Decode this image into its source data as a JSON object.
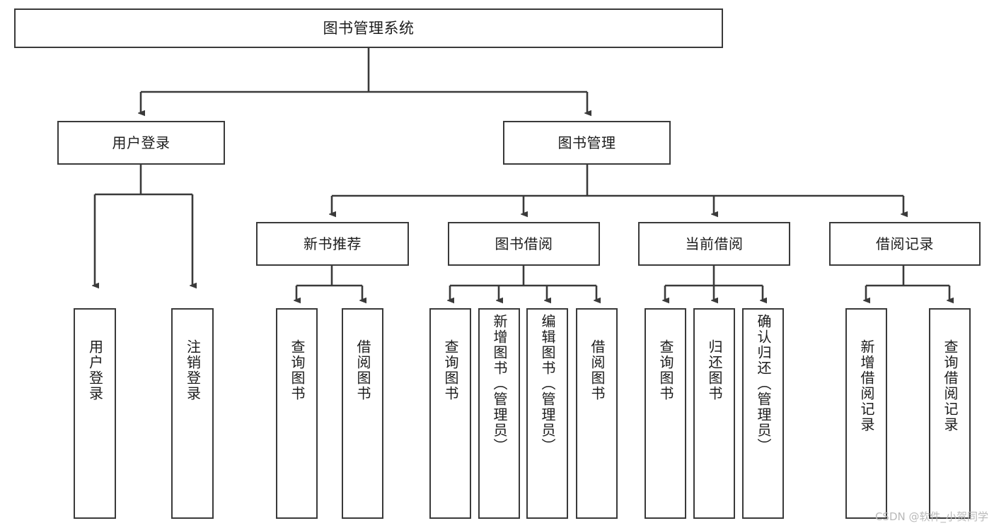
{
  "diagram": {
    "title": "图书管理系统",
    "watermark": "CSDN @软件_小贺同学",
    "line_color": "#3a3a3a",
    "box_fill": "#ffffff",
    "text_color": "#1c1c1c"
  },
  "nodes": {
    "root": {
      "label": "图书管理系统",
      "level": 0
    },
    "l1": [
      {
        "label": "用户登录",
        "level": 1
      },
      {
        "label": "图书管理",
        "level": 1
      }
    ],
    "l2": [
      {
        "label": "新书推荐",
        "level": 2
      },
      {
        "label": "图书借阅",
        "level": 2
      },
      {
        "label": "当前借阅",
        "level": 2
      },
      {
        "label": "借阅记录",
        "level": 2
      }
    ],
    "leaves": {
      "user_login": [
        {
          "label": "用户登录"
        },
        {
          "label": "注销登录"
        }
      ],
      "new_book_recommend": [
        {
          "label": "查询图书"
        },
        {
          "label": "借阅图书"
        }
      ],
      "book_borrow": [
        {
          "label": "查询图书"
        },
        {
          "label": "新增图书（管理员）"
        },
        {
          "label": "编辑图书（管理员）"
        },
        {
          "label": "借阅图书"
        }
      ],
      "current_borrow": [
        {
          "label": "查询图书"
        },
        {
          "label": "归还图书"
        },
        {
          "label": "确认归还（管理员）"
        }
      ],
      "borrow_record": [
        {
          "label": "新增借阅记录"
        },
        {
          "label": "查询借阅记录"
        }
      ]
    }
  },
  "chart_data": {
    "type": "table",
    "title": "图书管理系统 功能结构图",
    "hierarchy": [
      {
        "name": "图书管理系统",
        "children": [
          {
            "name": "用户登录",
            "children": [
              {
                "name": "用户登录"
              },
              {
                "name": "注销登录"
              }
            ]
          },
          {
            "name": "图书管理",
            "children": [
              {
                "name": "新书推荐",
                "children": [
                  {
                    "name": "查询图书"
                  },
                  {
                    "name": "借阅图书"
                  }
                ]
              },
              {
                "name": "图书借阅",
                "children": [
                  {
                    "name": "查询图书"
                  },
                  {
                    "name": "新增图书（管理员）"
                  },
                  {
                    "name": "编辑图书（管理员）"
                  },
                  {
                    "name": "借阅图书"
                  }
                ]
              },
              {
                "name": "当前借阅",
                "children": [
                  {
                    "name": "查询图书"
                  },
                  {
                    "name": "归还图书"
                  },
                  {
                    "name": "确认归还（管理员）"
                  }
                ]
              },
              {
                "name": "借阅记录",
                "children": [
                  {
                    "name": "新增借阅记录"
                  },
                  {
                    "name": "查询借阅记录"
                  }
                ]
              }
            ]
          }
        ]
      }
    ]
  }
}
